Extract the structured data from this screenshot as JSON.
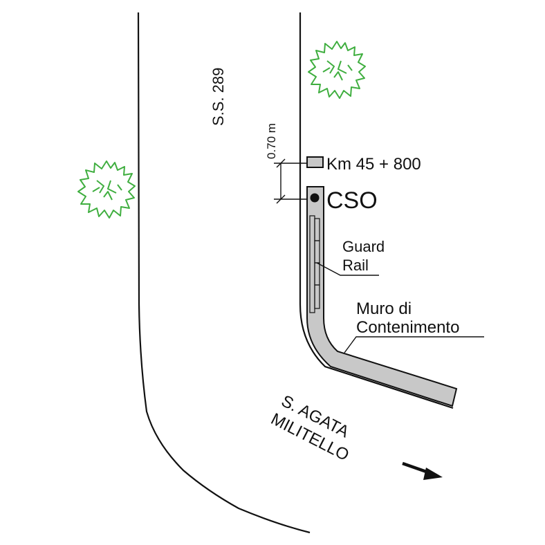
{
  "road_name": "S.S. 289",
  "dimension": "0.70 m",
  "km_marker": "Km 45 + 800",
  "station": "CSO",
  "guard_rail": [
    "Guard",
    "Rail"
  ],
  "retaining_wall": [
    "Muro di",
    "Contenimento"
  ],
  "direction": [
    "S. AGATA",
    "MILITELLO"
  ],
  "icons": [
    "tree-icon",
    "direction-arrow-icon",
    "station-dot-icon",
    "km-marker-icon"
  ],
  "colors": {
    "line": "#111111",
    "wall_fill": "#c8c8c8",
    "tree": "#3fae3f"
  }
}
